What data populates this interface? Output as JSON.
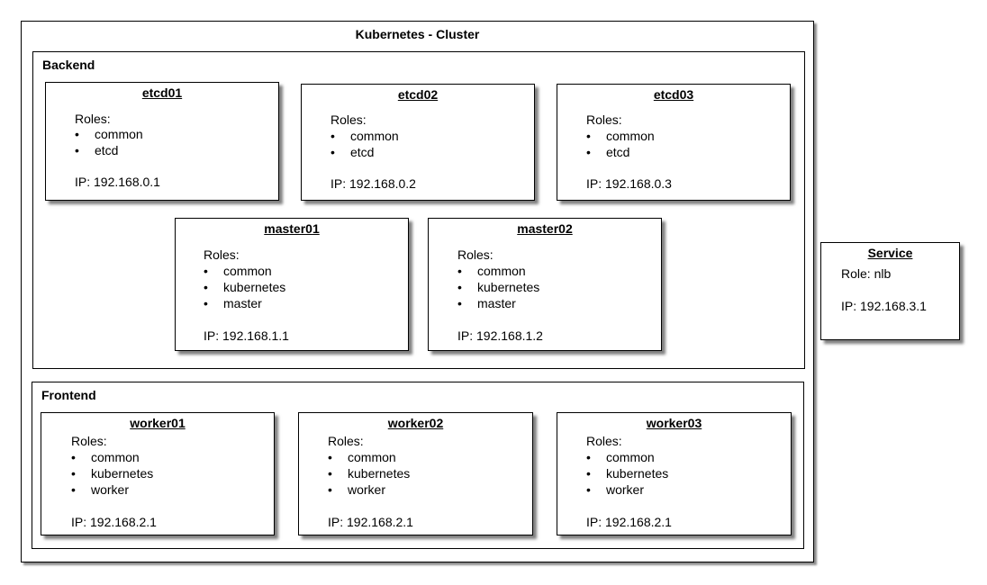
{
  "cluster": {
    "title": "Kubernetes - Cluster"
  },
  "backend": {
    "title": "Backend",
    "nodes": [
      {
        "name": "etcd01",
        "roles_label": "Roles:",
        "roles": [
          "common",
          "etcd"
        ],
        "ip": "IP: 192.168.0.1"
      },
      {
        "name": "etcd02",
        "roles_label": "Roles:",
        "roles": [
          "common",
          "etcd"
        ],
        "ip": "IP: 192.168.0.2"
      },
      {
        "name": "etcd03",
        "roles_label": "Roles:",
        "roles": [
          "common",
          "etcd"
        ],
        "ip": "IP: 192.168.0.3"
      },
      {
        "name": "master01",
        "roles_label": "Roles:",
        "roles": [
          "common",
          "kubernetes",
          "master"
        ],
        "ip": "IP: 192.168.1.1"
      },
      {
        "name": "master02",
        "roles_label": "Roles:",
        "roles": [
          "common",
          "kubernetes",
          "master"
        ],
        "ip": "IP: 192.168.1.2"
      }
    ]
  },
  "frontend": {
    "title": "Frontend",
    "nodes": [
      {
        "name": "worker01",
        "roles_label": "Roles:",
        "roles": [
          "common",
          "kubernetes",
          "worker"
        ],
        "ip": "IP: 192.168.2.1"
      },
      {
        "name": "worker02",
        "roles_label": "Roles:",
        "roles": [
          "common",
          "kubernetes",
          "worker"
        ],
        "ip": "IP: 192.168.2.1"
      },
      {
        "name": "worker03",
        "roles_label": "Roles:",
        "roles": [
          "common",
          "kubernetes",
          "worker"
        ],
        "ip": "IP: 192.168.2.1"
      }
    ]
  },
  "service": {
    "name": "Service",
    "role": "Role: nlb",
    "ip": "IP: 192.168.3.1"
  },
  "bullet": "•"
}
